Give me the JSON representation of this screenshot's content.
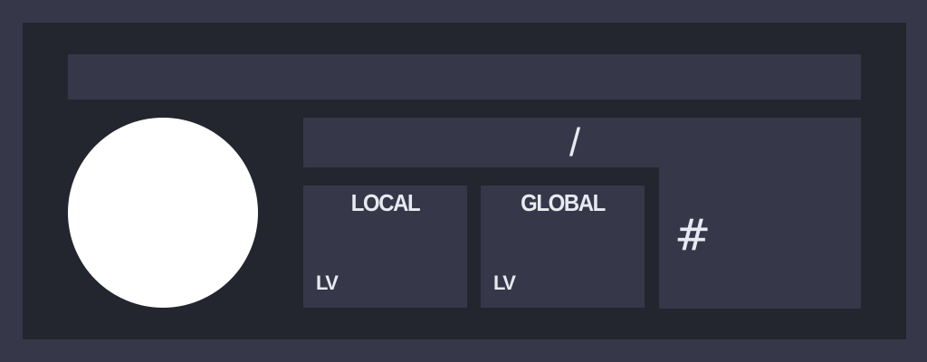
{
  "header": {
    "bar_text": ""
  },
  "profile": {
    "avatar": "user-avatar",
    "divider": "/",
    "rank_symbol": "#"
  },
  "stats": {
    "local": {
      "title": "LOCAL",
      "level_label": "LV"
    },
    "global": {
      "title": "GLOBAL",
      "level_label": "LV"
    }
  },
  "colors": {
    "page_background": "#363849",
    "card_background": "#23252f",
    "panel_background": "#363849",
    "avatar_fill": "#ffffff",
    "text": "#e8eaf2"
  }
}
